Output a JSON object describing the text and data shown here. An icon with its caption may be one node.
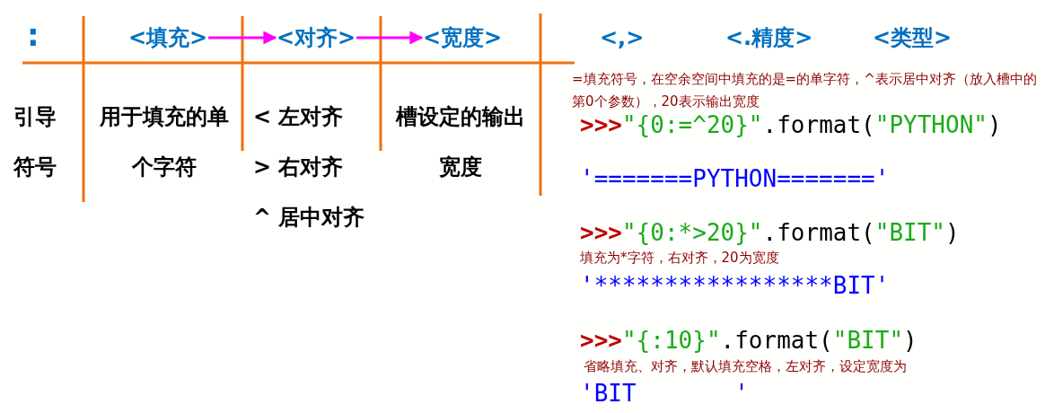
{
  "diagram": {
    "nodes": [
      {
        "text": [
          "<填充>"
        ]
      },
      {
        "text": [
          "<对齐>"
        ]
      },
      {
        "text": [
          "<宽度>"
        ]
      }
    ],
    "edges": [
      {
        "from": 0,
        "to": 1,
        "arrow": "to"
      },
      {
        "from": 1,
        "to": 2,
        "arrow": "to"
      }
    ],
    "labels": [
      ":",
      "<,>",
      "<.精度>",
      "<类型>",
      "引导符号",
      "用于填充的单个字符",
      "< 左对齐",
      "> 右对齐",
      "^ 居中对齐",
      "槽设定的输出宽度",
      "=填充符号，在空余空间中填充的是=的单字符，^表示居中对齐（放入槽中的第0个参数），20表示输出宽度",
      ">>>\"{0:=^20}\".format(\"PYTHON\")",
      "'=======PYTHON======='",
      ">>>\"{0:*>20}\".format(\"BIT\")",
      "填充为*字符，右对齐，20为宽度",
      "'*****************BIT'",
      ">>>\"{:10}\".format(\"BIT\")",
      "省略填充、对齐，默认填充空格，左对齐，设定宽度为",
      "'BIT       '"
    ]
  }
}
